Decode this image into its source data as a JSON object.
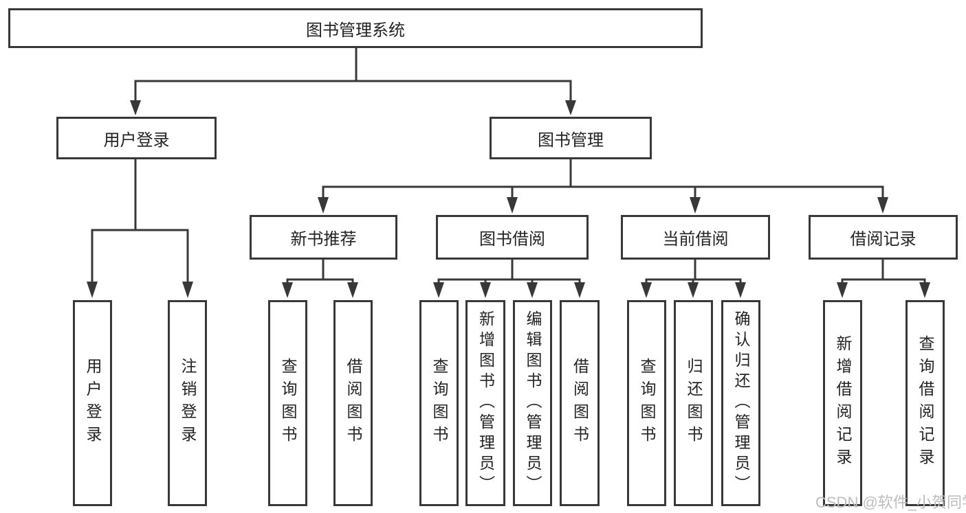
{
  "watermark": "CSDN @软件_小贺同学",
  "colors": {
    "line": "#383838",
    "node_border": "#383838",
    "text": "#232323",
    "watermark": "#bcbcbc",
    "background": "#ffffff"
  },
  "tree": {
    "root": "图书管理系统",
    "branches": [
      {
        "label": "用户登录",
        "children": [
          "用户登录",
          "注销登录"
        ]
      },
      {
        "label": "图书管理",
        "children": [
          {
            "label": "新书推荐",
            "children": [
              "查询图书",
              "借阅图书"
            ]
          },
          {
            "label": "图书借阅",
            "children": [
              "查询图书",
              "新增图书（管理员）",
              "编辑图书（管理员）",
              "借阅图书"
            ]
          },
          {
            "label": "当前借阅",
            "children": [
              "查询图书",
              "归还图书",
              "确认归还（管理员）"
            ]
          },
          {
            "label": "借阅记录",
            "children": [
              "新增借阅记录",
              "查询借阅记录"
            ]
          }
        ]
      }
    ]
  }
}
